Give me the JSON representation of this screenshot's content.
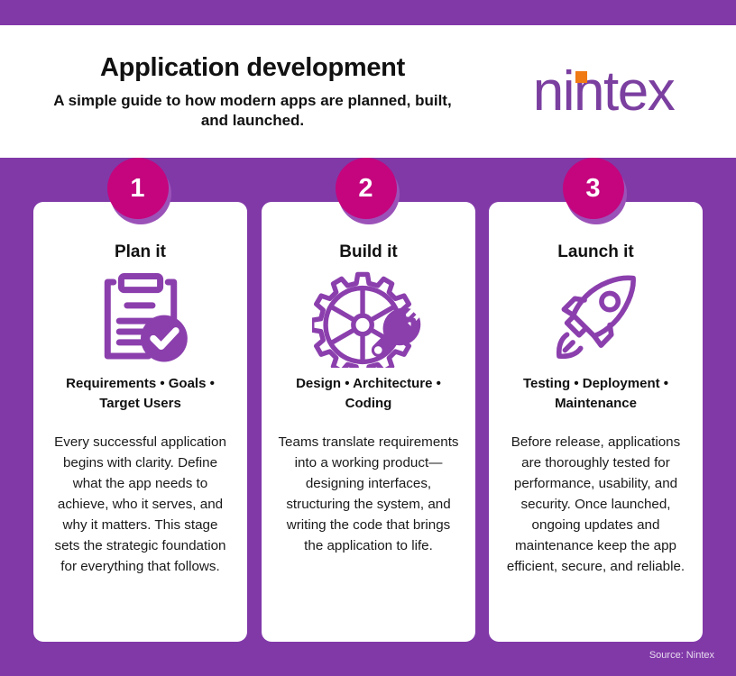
{
  "header": {
    "title": "Application development",
    "subtitle": "A simple guide to how modern apps are planned, built, and launched.",
    "logo_text": "nintex",
    "logo_icon": "nintex-logo",
    "logo_color": "#7B3FA0",
    "logo_dot_color": "#F07A13"
  },
  "theme": {
    "background_purple": "#8139A8",
    "badge_magenta": "#C4057E",
    "badge_ring_purple": "#9B52B8",
    "icon_purple": "#8B3FAD",
    "card_white": "#FFFFFF"
  },
  "cards": [
    {
      "number": "1",
      "title": "Plan it",
      "icon": "clipboard-check-icon",
      "keywords": "Requirements • Goals • Target Users",
      "body": "Every successful application begins with clarity. Define what the app needs to achieve, who it serves, and why it matters. This stage sets the strategic foundation for everything that follows."
    },
    {
      "number": "2",
      "title": "Build it",
      "icon": "gear-wrench-icon",
      "keywords": "Design • Architecture • Coding",
      "body": "Teams translate requirements into a working product—designing interfaces, structuring the system, and writing the code that brings the application to life."
    },
    {
      "number": "3",
      "title": "Launch it",
      "icon": "rocket-icon",
      "keywords": "Testing • Deployment • Maintenance",
      "body": "Before release, applications are thoroughly tested for performance, usability, and security. Once launched, ongoing updates and maintenance keep the app efficient, secure, and reliable."
    }
  ],
  "footer": {
    "source": "Source: Nintex"
  }
}
